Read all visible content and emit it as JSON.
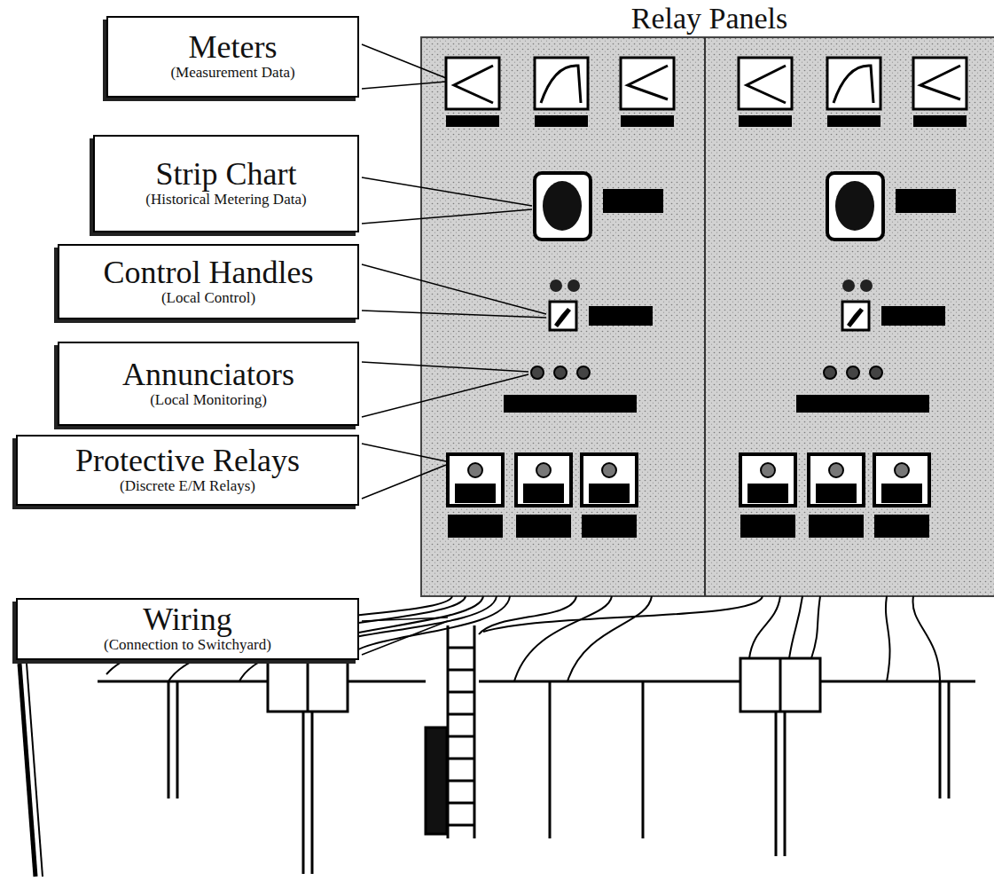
{
  "diagram": {
    "title": "Relay Panels",
    "nodes": [
      {
        "text": [
          "Meters",
          "(Measurement Data)"
        ]
      },
      {
        "text": [
          "Strip Chart",
          "(Historical Metering Data)"
        ]
      },
      {
        "text": [
          "Control Handles",
          "(Local Control)"
        ]
      },
      {
        "text": [
          "Annunciators",
          "(Local Monitoring)"
        ]
      },
      {
        "text": [
          "Protective Relays",
          "(Discrete E/M Relays)"
        ]
      },
      {
        "text": [
          "Wiring",
          "(Connection to Switchyard)"
        ]
      }
    ]
  }
}
